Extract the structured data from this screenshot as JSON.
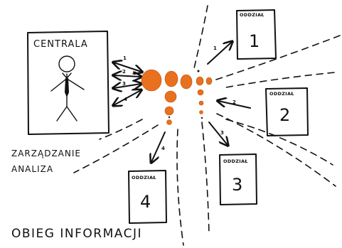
{
  "centrala": {
    "title": "CENTRALA",
    "arrow_labels": [
      "1",
      "2",
      "3",
      "4"
    ]
  },
  "branches": [
    {
      "header": "ODDZIAŁ",
      "number": "1",
      "arrow_label": "1"
    },
    {
      "header": "ODDZIAŁ",
      "number": "2",
      "arrow_label": "2"
    },
    {
      "header": "ODDZIAŁ",
      "number": "3",
      "arrow_label": "3"
    },
    {
      "header": "ODDZIAŁ",
      "number": "4",
      "arrow_label": "4"
    }
  ],
  "left_labels": {
    "line1": "ZARZĄDZANIE",
    "line2": "ANALIZA"
  },
  "caption": "OBIEG INFORMACJI",
  "colors": {
    "accent": "#e8701e",
    "ink": "#111111",
    "background": "#ffffff"
  },
  "icons": {
    "person": "person-icon"
  }
}
